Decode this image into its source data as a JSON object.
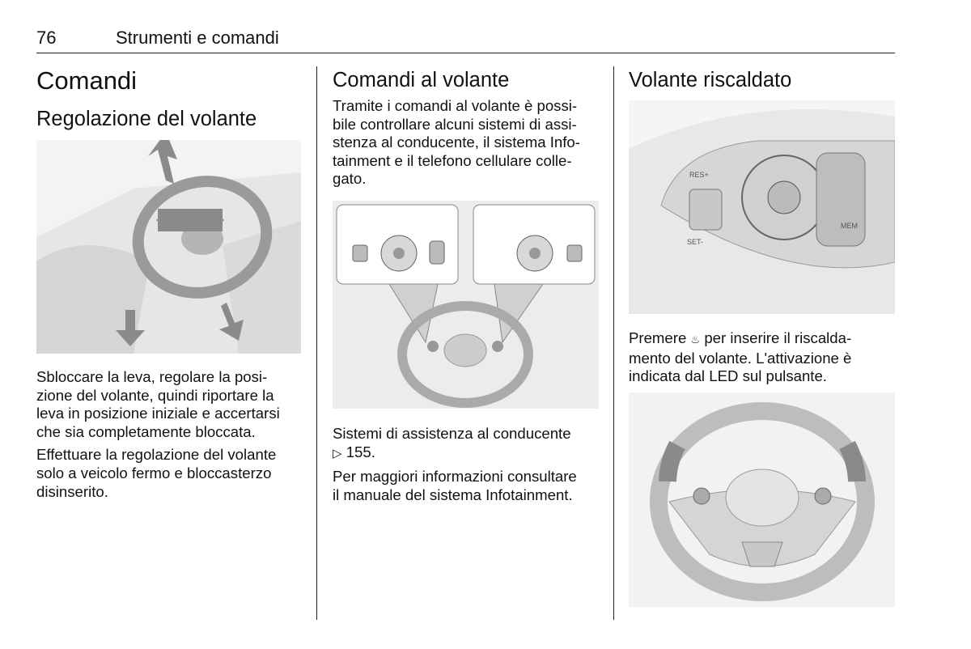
{
  "header": {
    "page_number": "76",
    "section": "Strumenti e comandi"
  },
  "col1": {
    "title": "Comandi",
    "subtitle": "Regolazione del volante",
    "figure": "steering-wheel-adjustment-illustration",
    "para1": [
      "Sbloccare la leva, regolare la posi-",
      "zione del volante, quindi riportare la",
      "leva in posizione iniziale e accertarsi",
      "che sia completamente bloccata."
    ],
    "para2": [
      "Effettuare la regolazione del volante",
      "solo a veicolo fermo e bloccasterzo",
      "disinserito."
    ]
  },
  "col2": {
    "title": "Comandi al volante",
    "para1": [
      "Tramite i comandi al volante è possi-",
      "bile controllare alcuni sistemi di assi-",
      "stenza al conducente, il sistema Info-",
      "tainment e il telefono cellulare colle-",
      "gato."
    ],
    "figure": "steering-wheel-controls-illustration",
    "para2": [
      "Sistemi di assistenza al conducente",
      "155."
    ],
    "para3": [
      "Per maggiori informazioni consultare",
      "il manuale del sistema Infotainment."
    ]
  },
  "col3": {
    "title": "Volante riscaldato",
    "figure1": "heated-steering-wheel-button-illustration",
    "figure1_labels": {
      "res": "RES+",
      "set": "SET-",
      "mem": "MEM"
    },
    "para1_pre": "Premere",
    "para1": [
      "per inserire il riscalda-",
      "mento del volante. L'attivazione è",
      "indicata dal LED sul pulsante."
    ],
    "figure2": "steering-wheel-illustration"
  }
}
